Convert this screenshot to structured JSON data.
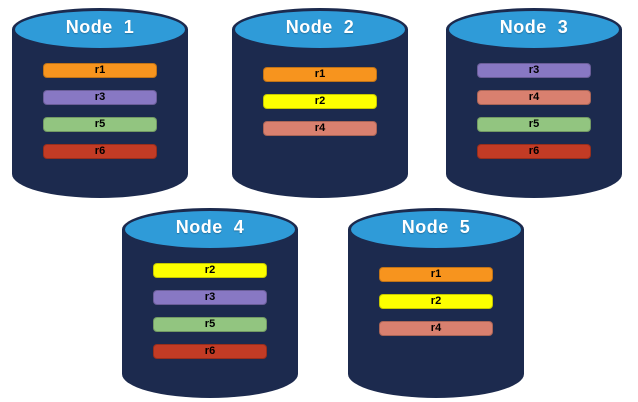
{
  "diagram": {
    "description": "Five database nodes with replicated partitions",
    "colors": {
      "cylinder_body": "#1c2a4e",
      "cylinder_top": "#2f9bd8",
      "node_title_text": "#ffffff",
      "bar_text": "#000000",
      "background": "#ffffff",
      "replicas": {
        "r1": "#f7941e",
        "r2": "#fdff00",
        "r3": "#8878c3",
        "r4": "#d9806f",
        "r5": "#92c580",
        "r6": "#c23b25"
      }
    }
  },
  "nodes": [
    {
      "title": "Node  1",
      "bars": [
        {
          "label": "r1",
          "color": "#f7941e"
        },
        {
          "label": "r3",
          "color": "#8878c3"
        },
        {
          "label": "r5",
          "color": "#92c580"
        },
        {
          "label": "r6",
          "color": "#c23b25"
        }
      ]
    },
    {
      "title": "Node  2",
      "bars": [
        {
          "label": "r1",
          "color": "#f7941e"
        },
        {
          "label": "r2",
          "color": "#fdff00"
        },
        {
          "label": "r4",
          "color": "#d9806f"
        }
      ]
    },
    {
      "title": "Node  3",
      "bars": [
        {
          "label": "r3",
          "color": "#8878c3"
        },
        {
          "label": "r4",
          "color": "#d9806f"
        },
        {
          "label": "r5",
          "color": "#92c580"
        },
        {
          "label": "r6",
          "color": "#c23b25"
        }
      ]
    },
    {
      "title": "Node  4",
      "bars": [
        {
          "label": "r2",
          "color": "#fdff00"
        },
        {
          "label": "r3",
          "color": "#8878c3"
        },
        {
          "label": "r5",
          "color": "#92c580"
        },
        {
          "label": "r6",
          "color": "#c23b25"
        }
      ]
    },
    {
      "title": "Node  5",
      "bars": [
        {
          "label": "r1",
          "color": "#f7941e"
        },
        {
          "label": "r2",
          "color": "#fdff00"
        },
        {
          "label": "r4",
          "color": "#d9806f"
        }
      ]
    }
  ]
}
